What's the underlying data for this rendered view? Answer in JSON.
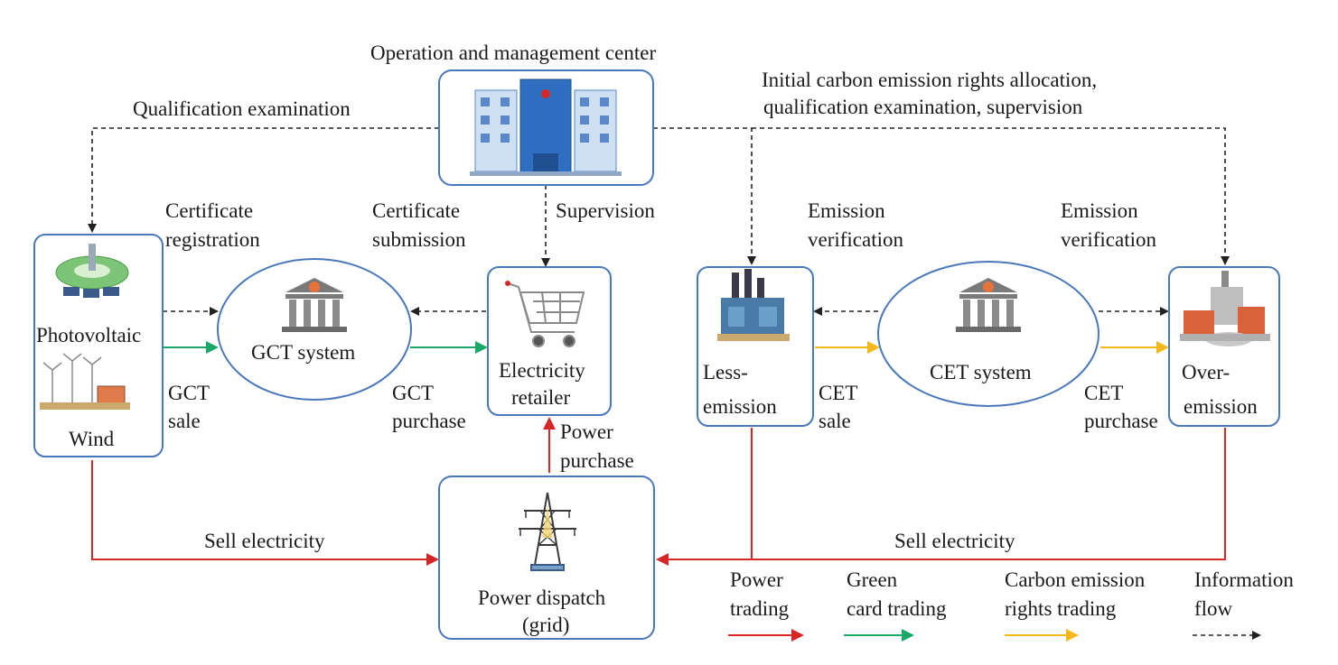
{
  "nodes": {
    "center_label": "Operation and management center",
    "photovoltaic": "Photovoltaic",
    "wind": "Wind",
    "gct_system": "GCT system",
    "retailer_line1": "Electricity",
    "retailer_line2": "retailer",
    "less_line1": "Less-",
    "less_line2": "emission",
    "cet_system": "CET system",
    "over_line1": "Over-",
    "over_line2": "emission",
    "dispatch_line1": "Power dispatch",
    "dispatch_line2": "(grid)"
  },
  "labels": {
    "qualification": "Qualification examination",
    "initial_line1": "Initial carbon emission rights allocation,",
    "initial_line2": "qualification examination, supervision",
    "cert_reg_line1": "Certificate",
    "cert_reg_line2": "registration",
    "cert_sub_line1": "Certificate",
    "cert_sub_line2": "submission",
    "supervision": "Supervision",
    "emission_ver_left_line1": "Emission",
    "emission_ver_left_line2": "verification",
    "emission_ver_right_line1": "Emission",
    "emission_ver_right_line2": "verification",
    "gct_sale_line1": "GCT",
    "gct_sale_line2": "sale",
    "gct_purchase_line1": "GCT",
    "gct_purchase_line2": "purchase",
    "cet_sale_line1": "CET",
    "cet_sale_line2": "sale",
    "cet_purchase_line1": "CET",
    "cet_purchase_line2": "purchase",
    "power_purchase_line1": "Power",
    "power_purchase_line2": "purchase",
    "sell_left": "Sell electricity",
    "sell_right": "Sell electricity"
  },
  "legend": {
    "power_line1": "Power",
    "power_line2": "trading",
    "green_line1": "Green",
    "green_line2": "card trading",
    "carbon_line1": "Carbon emission",
    "carbon_line2": "rights trading",
    "info_line1": "Information",
    "info_line2": "flow"
  },
  "colors": {
    "power_trading": "#d62728",
    "green_card_trading": "#1aa868",
    "carbon_trading": "#f5b81c",
    "information_flow": "#222222",
    "box_border": "#4a78b8"
  },
  "icons": {
    "center": "office-building-icon",
    "photovoltaic": "solar-panel-icon",
    "wind": "wind-turbine-icon",
    "gct_system": "bank-icon",
    "retailer": "shopping-cart-icon",
    "less_emission": "factory-icon",
    "cet_system": "bank-icon",
    "over_emission": "factory-icon",
    "dispatch": "transmission-tower-icon"
  }
}
